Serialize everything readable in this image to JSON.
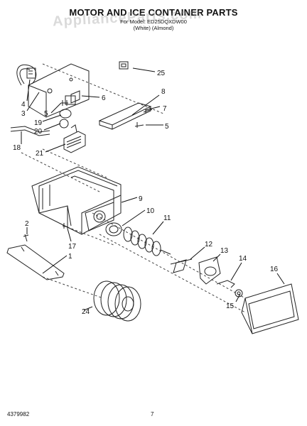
{
  "title": "MOTOR AND ICE CONTAINER PARTS",
  "subtitle_line1": "For Model: ED25DQXDW00",
  "subtitle_line2": "(White)  (Almond)",
  "watermark": "ApplianceParts.com",
  "callouts": {
    "c1": "1",
    "c2": "2",
    "c3": "3",
    "c4": "4",
    "c5a": "5",
    "c5b": "5",
    "c6": "6",
    "c7": "7",
    "c8": "8",
    "c9": "9",
    "c10": "10",
    "c11": "11",
    "c12": "12",
    "c13": "13",
    "c14": "14",
    "c15": "15",
    "c16": "16",
    "c17": "17",
    "c18": "18",
    "c19": "19",
    "c20": "20",
    "c21": "21",
    "c24": "24",
    "c25": "25"
  },
  "footer": {
    "doc_number": "4379982",
    "page_number": "7"
  }
}
